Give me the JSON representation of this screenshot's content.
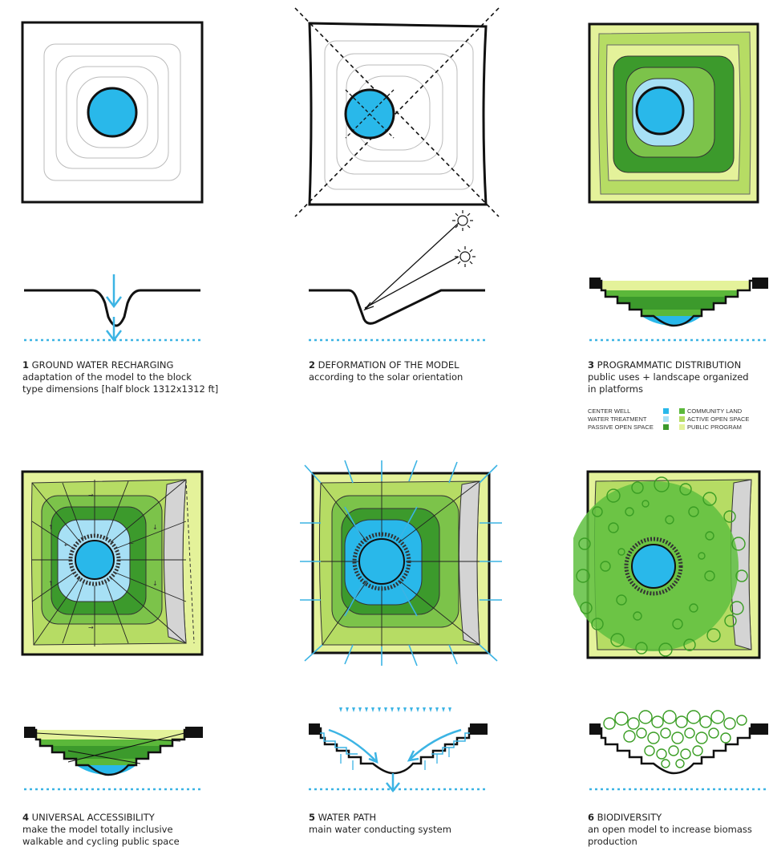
{
  "steps": [
    {
      "num": "1",
      "title": "GROUND WATER RECHARGING",
      "desc": [
        "adaptation of the model to the block",
        "type dimensions [half block 1312x1312 ft]"
      ]
    },
    {
      "num": "2",
      "title": "DEFORMATION OF THE MODEL",
      "desc": [
        "according to the solar orientation"
      ]
    },
    {
      "num": "3",
      "title": "PROGRAMMATIC DISTRIBUTION",
      "desc": [
        "public uses + landscape organized",
        "in platforms"
      ]
    },
    {
      "num": "4",
      "title": "UNIVERSAL ACCESSIBILITY",
      "desc": [
        "make the model totally inclusive",
        "walkable and cycling public space"
      ]
    },
    {
      "num": "5",
      "title": "WATER PATH",
      "desc": [
        "main water conducting system"
      ]
    },
    {
      "num": "6",
      "title": "BIODIVERSITY",
      "desc": [
        "an open model to increase biomass",
        "production"
      ]
    }
  ],
  "legend": {
    "left": [
      {
        "label": "CENTER WELL",
        "color": "#29b8ea"
      },
      {
        "label": "WATER TREATMENT",
        "color": "#a7e0f5"
      },
      {
        "label": "PASSIVE OPEN SPACE",
        "color": "#3c9a2c"
      }
    ],
    "right": [
      {
        "label": "COMMUNITY LAND",
        "color": "#5bb83a"
      },
      {
        "label": "ACTIVE OPEN SPACE",
        "color": "#b6dc64"
      },
      {
        "label": "PUBLIC PROGRAM",
        "color": "#e4f29a"
      }
    ]
  },
  "colors": {
    "well": "#29b8ea",
    "water_light": "#a7e0f5",
    "water_line": "#3cb4e4",
    "dark_green": "#3c9a2c",
    "mid_green": "#5bb83a",
    "light_green": "#b6dc64",
    "pale_green": "#e4f29a"
  }
}
